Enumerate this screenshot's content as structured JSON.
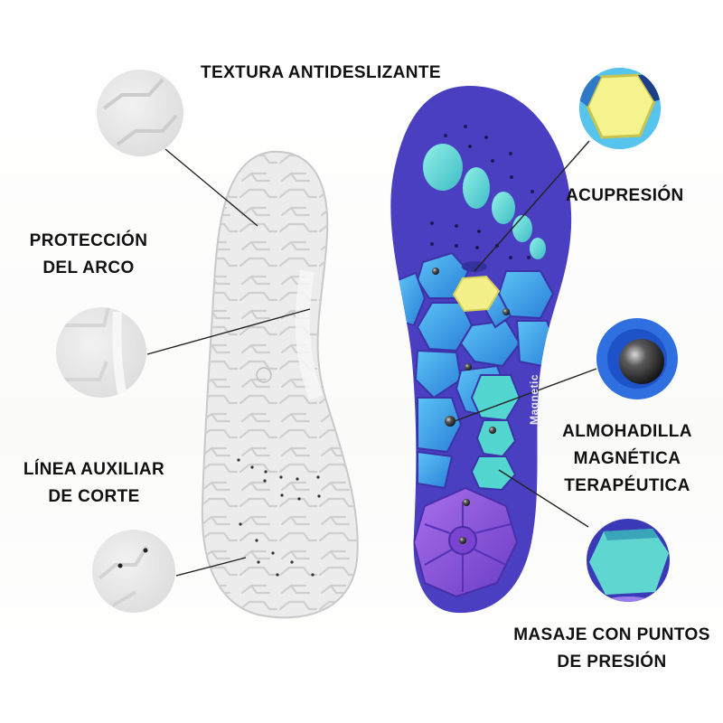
{
  "labels": {
    "texture": "TEXTURA ANTIDESLIZANTE",
    "arch": [
      "PROTECCIÓN",
      "DEL ARCO"
    ],
    "cut_line": [
      "LÍNEA AUXILIAR",
      "DE CORTE"
    ],
    "acupressure": "ACUPRESIÓN",
    "magnetic_pad": [
      "ALMOHADILLA",
      "MAGNÉTICA",
      "TERAPÉUTICA"
    ],
    "pressure_massage": [
      "MASAJE CON PUNTOS",
      "DE PRESIÓN"
    ]
  },
  "insole_text": "Magnetic",
  "colors": {
    "background": "#ffffff",
    "label_text": "#111111",
    "white_insole": "#e9e9e9",
    "blue_insole": "#4a3fc0",
    "toe_pads": "#5fd6cf",
    "hex_pads": "#3d9ee8",
    "acupressure_center": "#f3f08a",
    "heel_pads": "#8a52d8",
    "magnet": "#2a2a2a"
  }
}
